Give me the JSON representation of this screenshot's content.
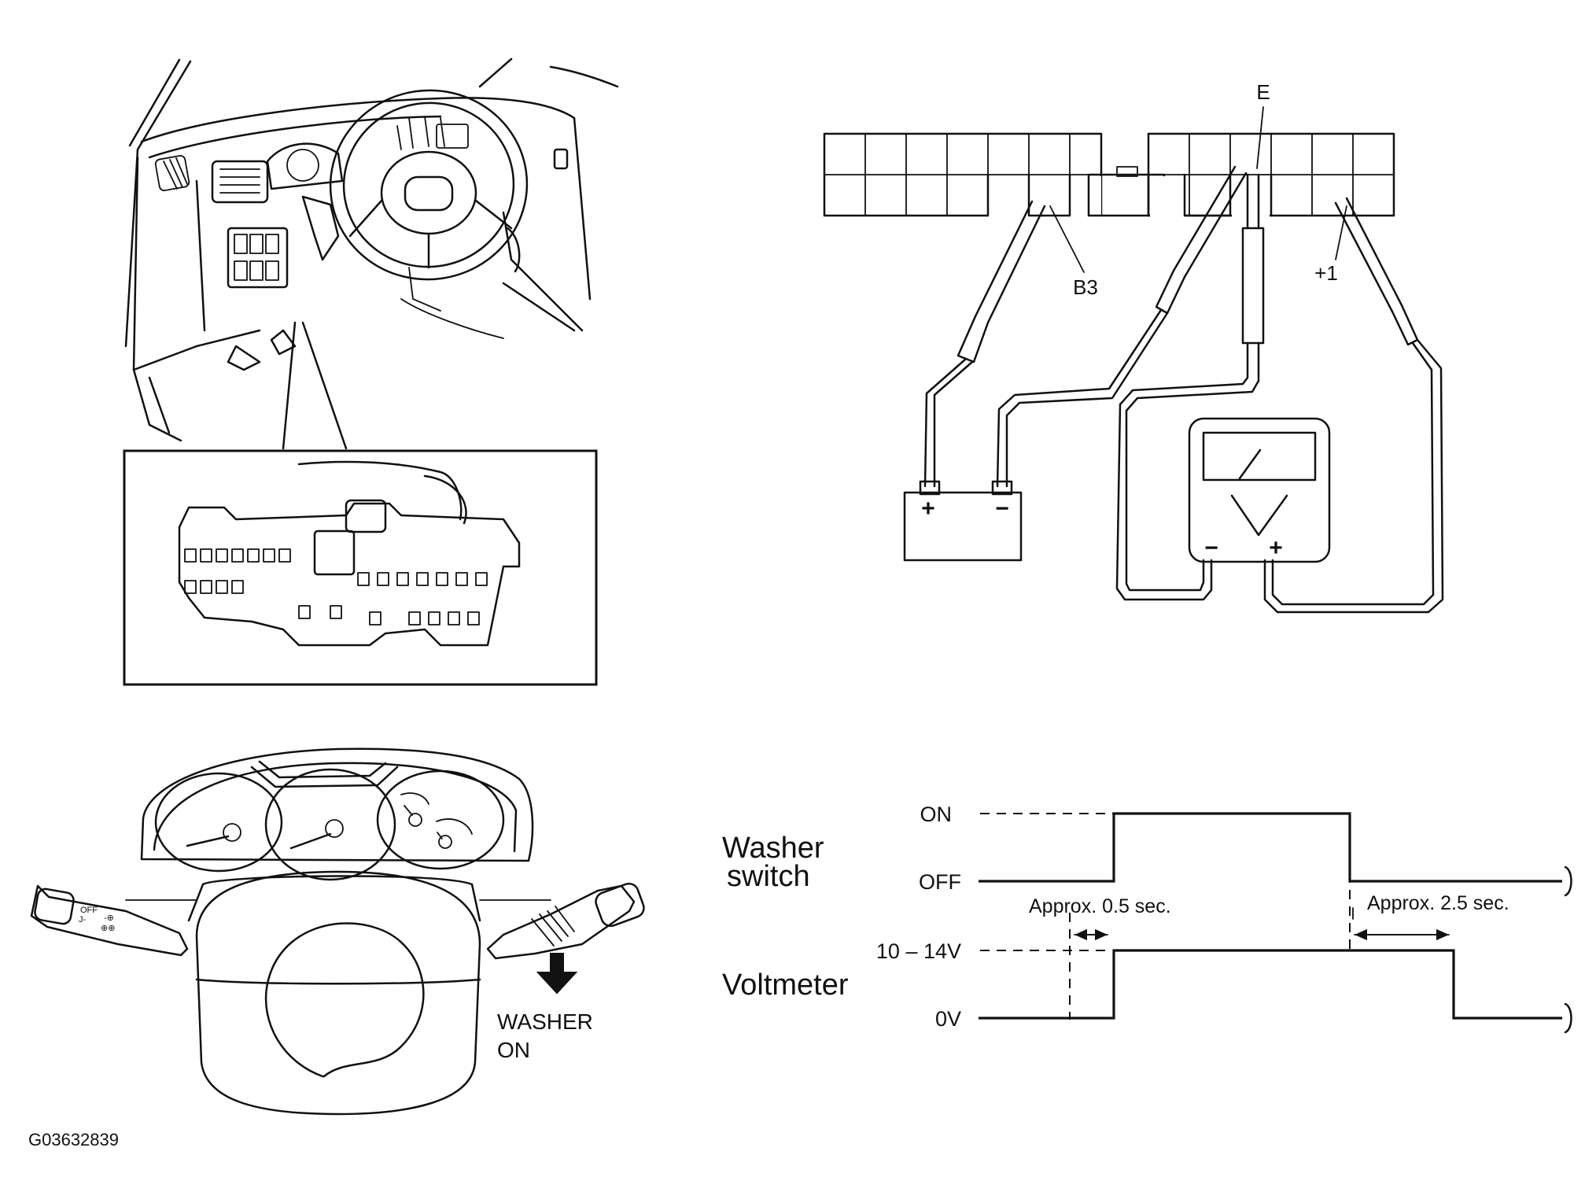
{
  "figure_id": "G03632839",
  "connector_labels": {
    "e": "E",
    "b3": "B3",
    "plus1": "+1"
  },
  "battery": {
    "plus": "+",
    "minus": "−"
  },
  "voltmeter": {
    "plus": "+",
    "minus": "−"
  },
  "stalk_callout": {
    "line1": "WASHER",
    "line2": "ON"
  },
  "timing": {
    "washer_switch_label": [
      "Washer",
      "switch"
    ],
    "voltmeter_label": "Voltmeter",
    "washer_levels": {
      "high": "ON",
      "low": "OFF"
    },
    "voltmeter_levels": {
      "high": "10 – 14V",
      "low": "0V"
    },
    "delay_on_note": "Approx. 0.5 sec.",
    "delay_off_note": "Approx. 2.5 sec."
  },
  "chart_data": {
    "type": "timing",
    "series": [
      {
        "name": "Washer switch",
        "levels": [
          "OFF",
          "ON",
          "OFF"
        ]
      },
      {
        "name": "Voltmeter",
        "levels": [
          "0V",
          "10 – 14V",
          "0V"
        ]
      }
    ],
    "annotations": [
      "Approx. 0.5 sec.",
      "Approx. 2.5 sec."
    ]
  }
}
